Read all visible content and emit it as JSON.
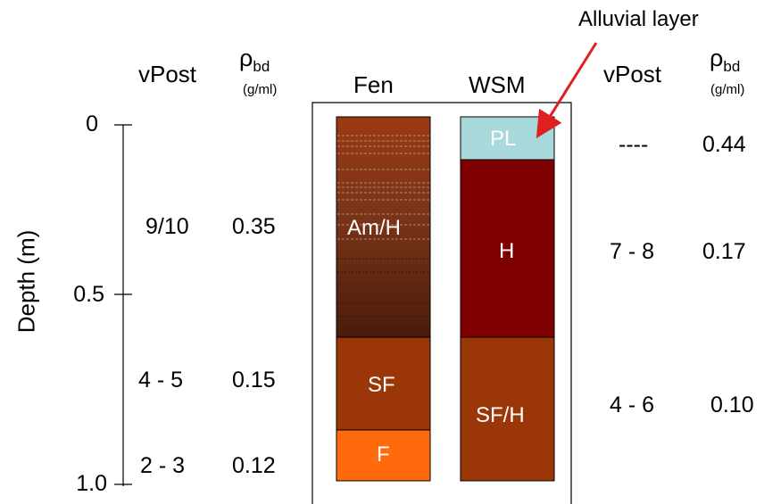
{
  "annotation": {
    "text": "Alluvial layer",
    "arrow_color": "#e02020"
  },
  "left_columns": {
    "vpost_header": "vPost",
    "rho_symbol": "ρ",
    "rho_subscript": "bd",
    "rho_unit": "(g/ml)",
    "rows": [
      {
        "vpost": "9/10",
        "rho": "0.35"
      },
      {
        "vpost": "4 - 5",
        "rho": "0.15"
      },
      {
        "vpost": "2 - 3",
        "rho": "0.12"
      }
    ]
  },
  "right_columns": {
    "vpost_header": "vPost",
    "rho_symbol": "ρ",
    "rho_subscript": "bd",
    "rho_unit": "(g/ml)",
    "rows": [
      {
        "vpost": "----",
        "rho": "0.44"
      },
      {
        "vpost": "7 - 8",
        "rho": "0.17"
      },
      {
        "vpost": "4 - 6",
        "rho": "0.10"
      }
    ]
  },
  "axis": {
    "label": "Depth (m)",
    "ticks": [
      "0",
      "0.5",
      "1.0"
    ]
  },
  "cores": {
    "fen": {
      "name": "Fen",
      "layers": [
        {
          "label": "Am/H",
          "top_m": 0.0,
          "bottom_m": 0.62,
          "color": "#8b2e0f"
        },
        {
          "label": "SF",
          "top_m": 0.62,
          "bottom_m": 0.88,
          "color": "#9a3608"
        },
        {
          "label": "F",
          "top_m": 0.88,
          "bottom_m": 1.03,
          "color": "#ff6a0d"
        }
      ]
    },
    "wsm": {
      "name": "WSM",
      "layers": [
        {
          "label": "PL",
          "top_m": 0.0,
          "bottom_m": 0.12,
          "color": "#a9d9dd"
        },
        {
          "label": "H",
          "top_m": 0.12,
          "bottom_m": 0.62,
          "color": "#7f0000"
        },
        {
          "label": "SF/H",
          "top_m": 0.62,
          "bottom_m": 1.03,
          "color": "#9a3608"
        }
      ]
    }
  }
}
